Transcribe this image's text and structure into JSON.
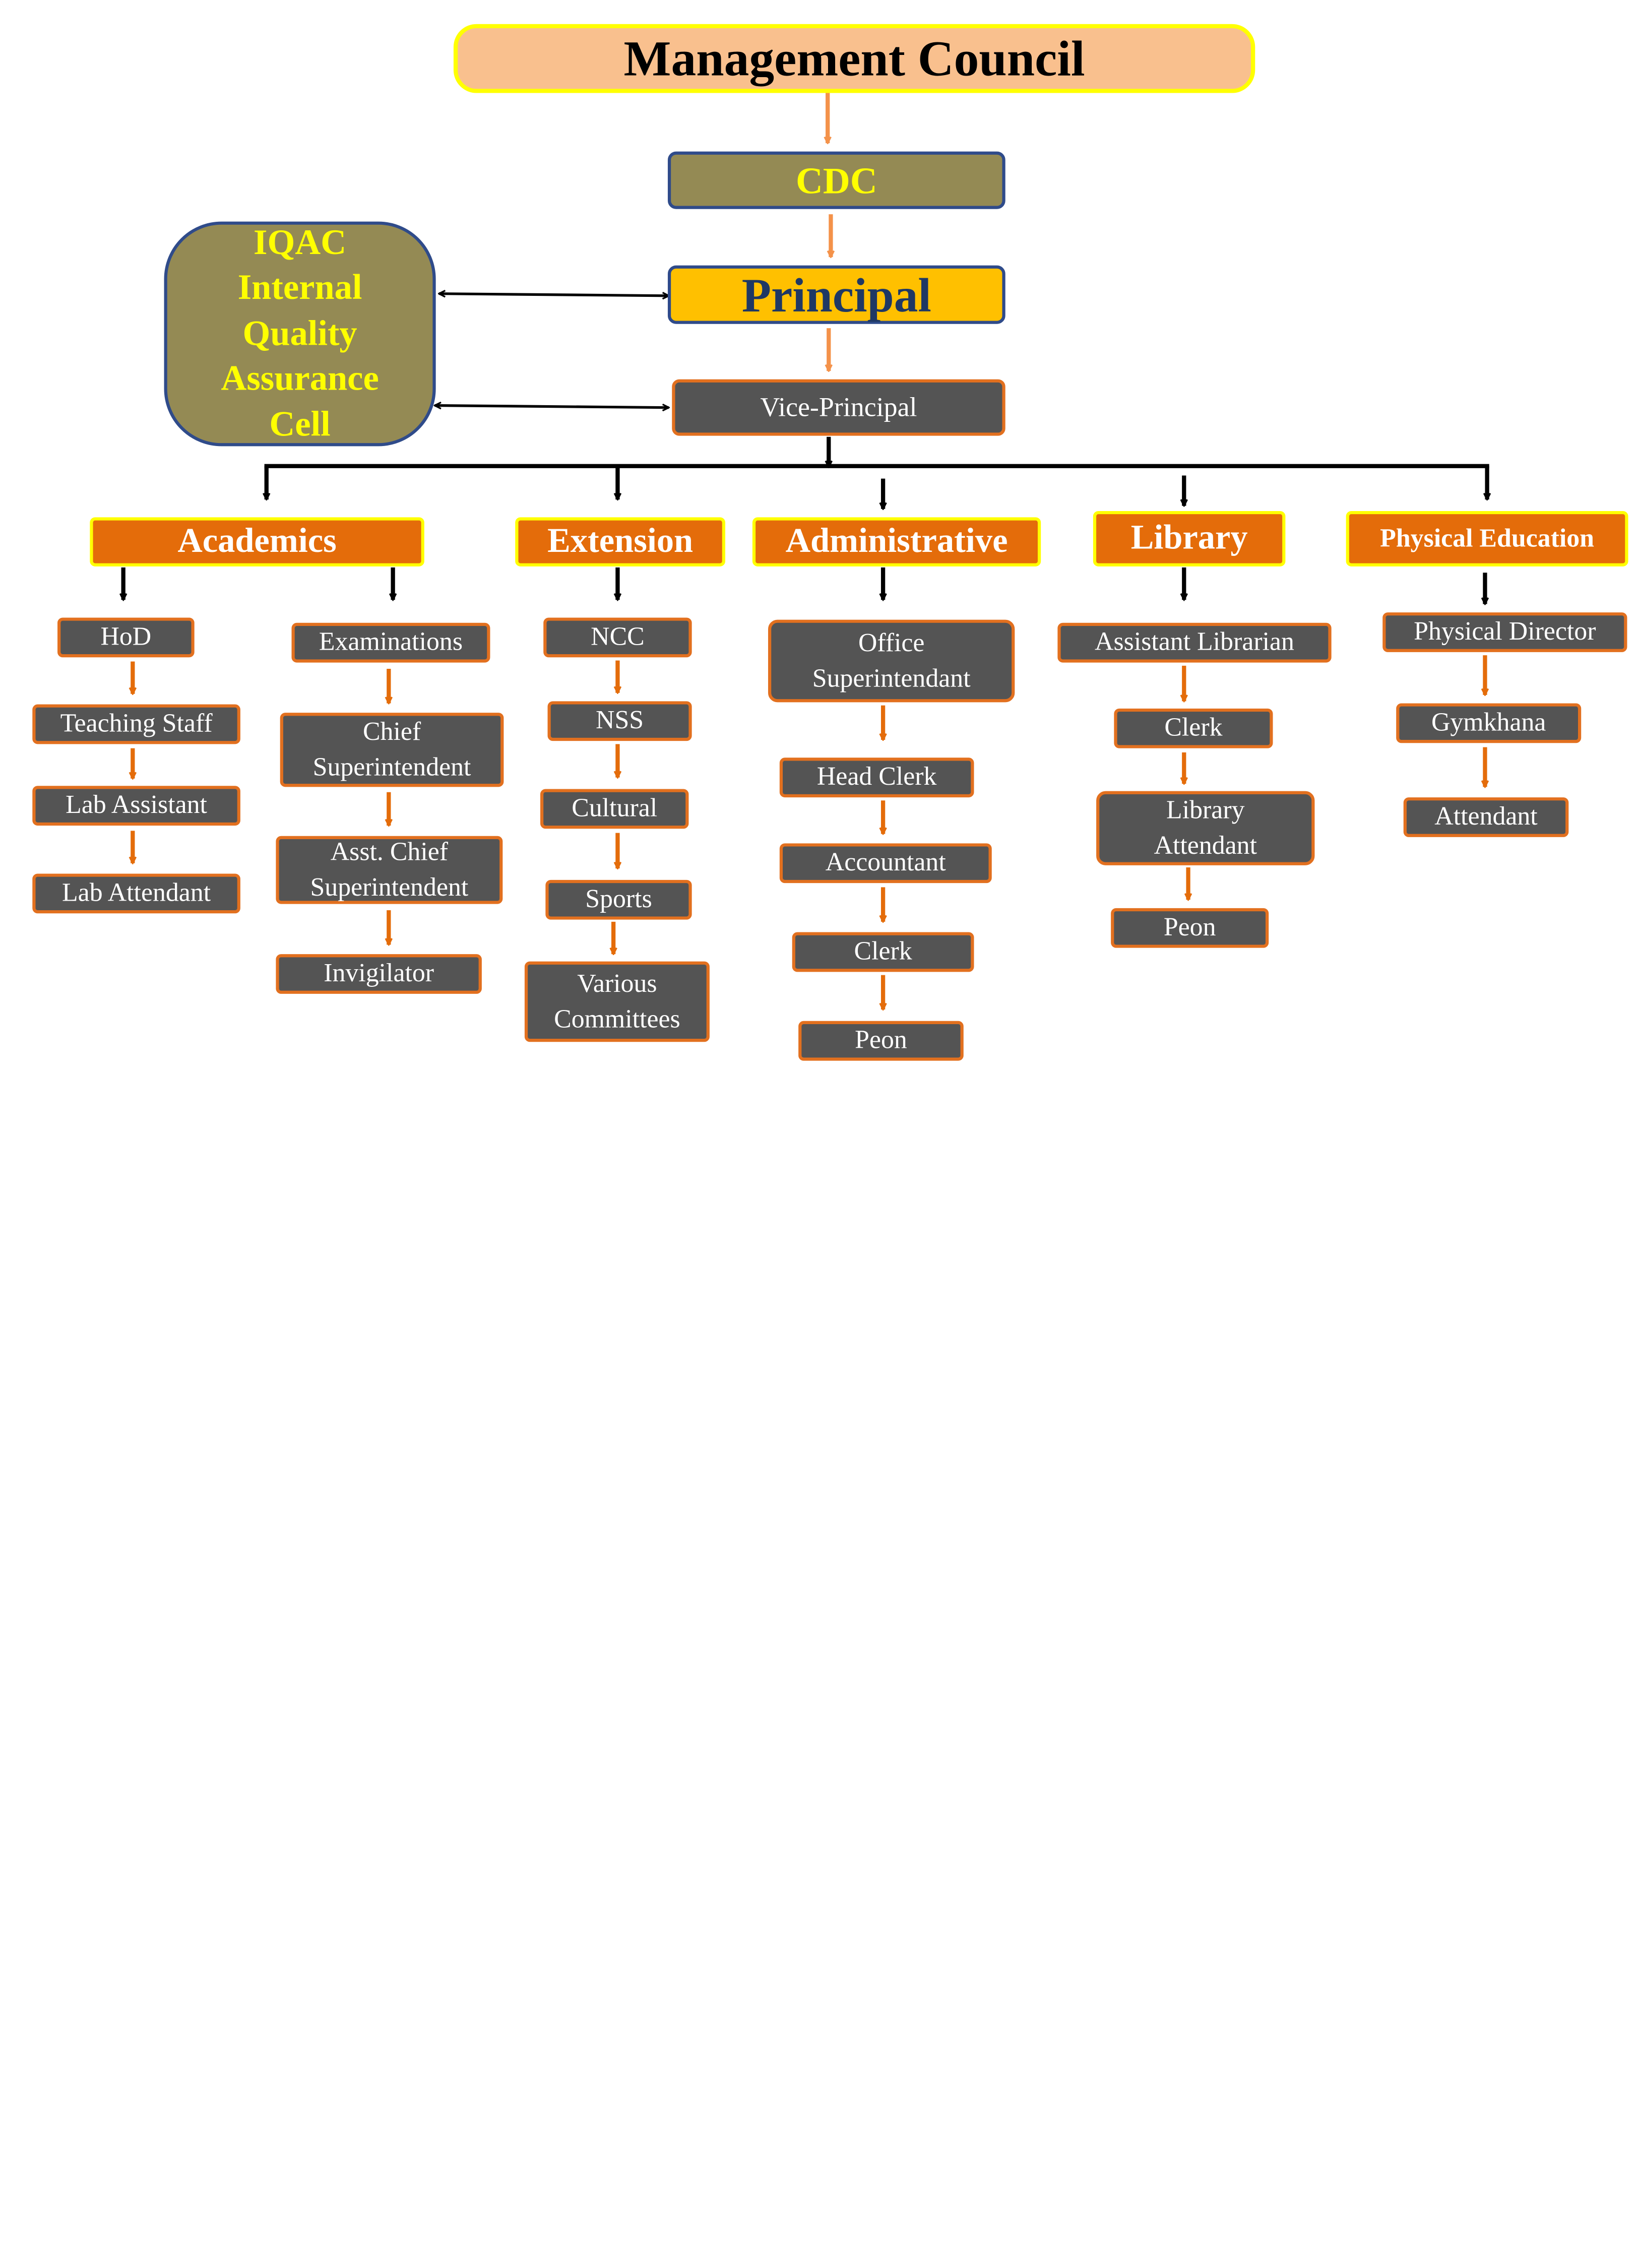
{
  "top": {
    "management_council": "Management Council",
    "cdc": "CDC",
    "principal": "Principal",
    "vice_principal": "Vice-Principal",
    "iqac": [
      "IQAC",
      "Internal",
      "Quality",
      "Assurance",
      "Cell"
    ]
  },
  "departments": {
    "academics": {
      "label": "Academics",
      "left_chain": [
        "HoD",
        "Teaching Staff",
        "Lab Assistant",
        "Lab Attendant"
      ],
      "right_chain": [
        [
          "Examinations"
        ],
        [
          "Chief",
          "Superintendent"
        ],
        [
          "Asst. Chief",
          "Superintendent"
        ],
        [
          "Invigilator"
        ]
      ]
    },
    "extension": {
      "label": "Extension",
      "chain": [
        [
          "NCC"
        ],
        [
          "NSS"
        ],
        [
          "Cultural"
        ],
        [
          "Sports"
        ],
        [
          "Various",
          "Committees"
        ]
      ]
    },
    "administrative": {
      "label": "Administrative",
      "chain": [
        [
          "Office",
          "Superintendant"
        ],
        [
          "Head Clerk"
        ],
        [
          "Accountant"
        ],
        [
          "Clerk"
        ],
        [
          "Peon"
        ]
      ]
    },
    "library": {
      "label": "Library",
      "chain": [
        [
          "Assistant Librarian"
        ],
        [
          "Clerk"
        ],
        [
          "Library",
          "Attendant"
        ],
        [
          "Peon"
        ]
      ]
    },
    "physical_education": {
      "label": "Physical Education",
      "chain": [
        [
          "Physical Director"
        ],
        [
          "Gymkhana"
        ],
        [
          "Attendant"
        ]
      ]
    }
  },
  "colors": {
    "council_fill": "#f9c08e",
    "council_border": "#ffff00",
    "olive_fill": "#948a54",
    "olive_border": "#2f4b8a",
    "principal_fill": "#ffc000",
    "principal_text": "#1f3864",
    "yellow_text": "#ffff00",
    "category_fill": "#e46c0a",
    "category_border": "#ffff00",
    "leaf_fill": "#545454",
    "leaf_border": "#e2701f",
    "orange_arrow": "#f4924a",
    "dark_orange_arrow": "#e46c0a",
    "black_arrow": "#000000"
  }
}
